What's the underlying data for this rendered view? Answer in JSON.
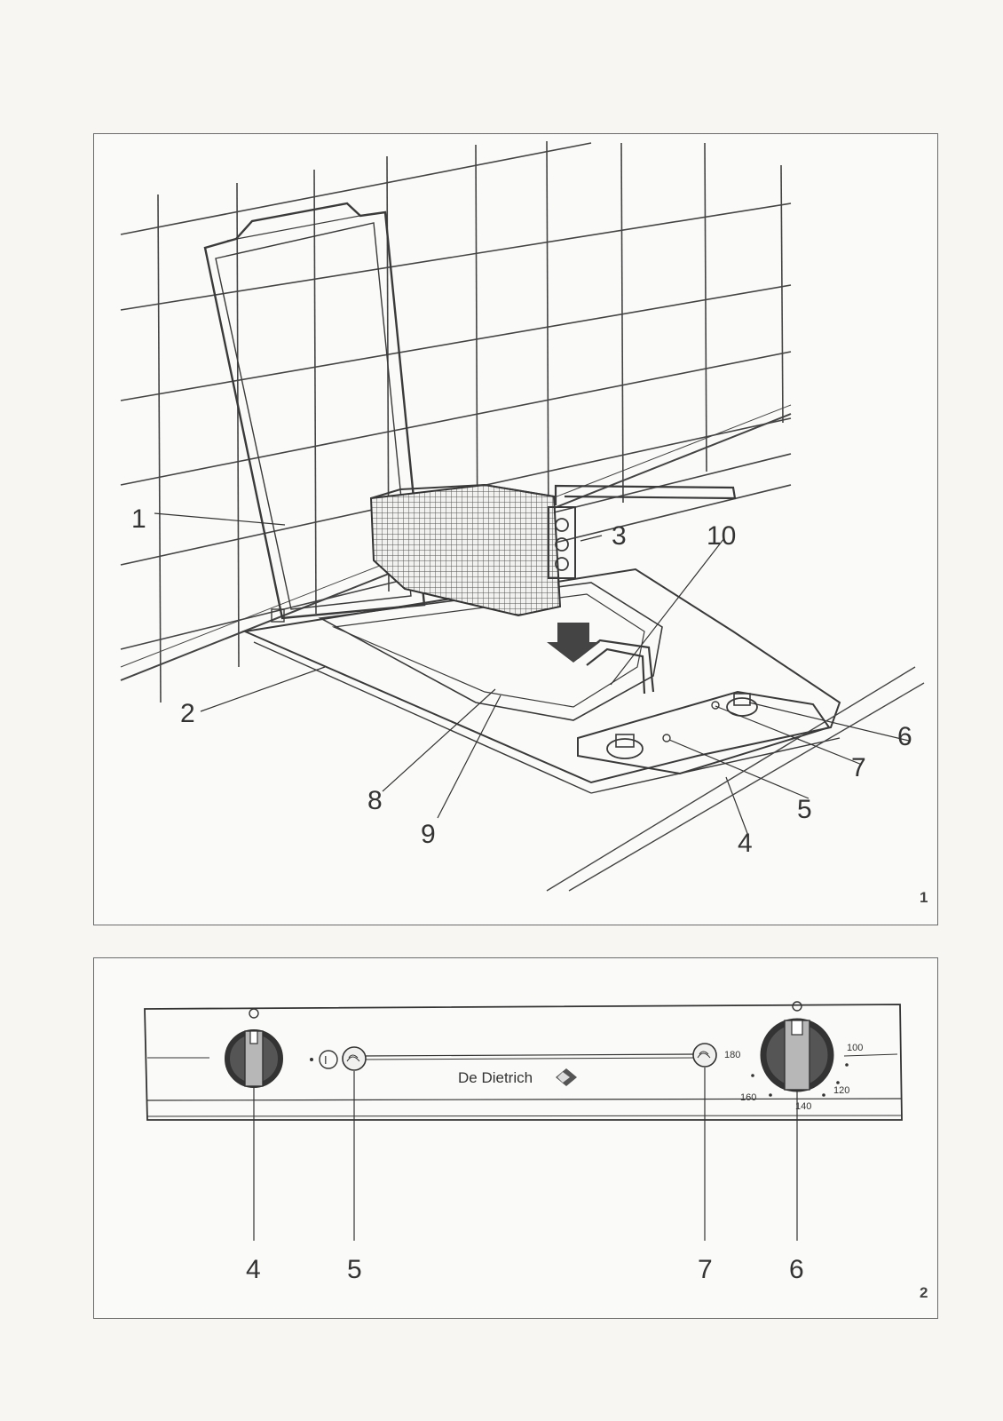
{
  "figure1": {
    "number": "1",
    "callouts": [
      {
        "key": "lid",
        "label": "1"
      },
      {
        "key": "tank",
        "label": "2"
      },
      {
        "key": "basket",
        "label": "3"
      },
      {
        "key": "knob_left",
        "label": "4"
      },
      {
        "key": "lamp_left",
        "label": "5"
      },
      {
        "key": "knob_right",
        "label": "6"
      },
      {
        "key": "lamp_right",
        "label": "7"
      },
      {
        "key": "mark_8",
        "label": "8"
      },
      {
        "key": "mark_9",
        "label": "9"
      },
      {
        "key": "element",
        "label": "10"
      }
    ]
  },
  "figure2": {
    "number": "2",
    "brand": "De Dietrich",
    "switch_symbol": "I",
    "knob_left_zero": "0",
    "knob_right_zero": "0",
    "thermostat_scale": [
      "100",
      "120",
      "140",
      "160",
      "180"
    ],
    "callouts": [
      {
        "key": "knob_left",
        "label": "4"
      },
      {
        "key": "lamp_left",
        "label": "5"
      },
      {
        "key": "lamp_right",
        "label": "7"
      },
      {
        "key": "knob_right",
        "label": "6"
      }
    ]
  }
}
